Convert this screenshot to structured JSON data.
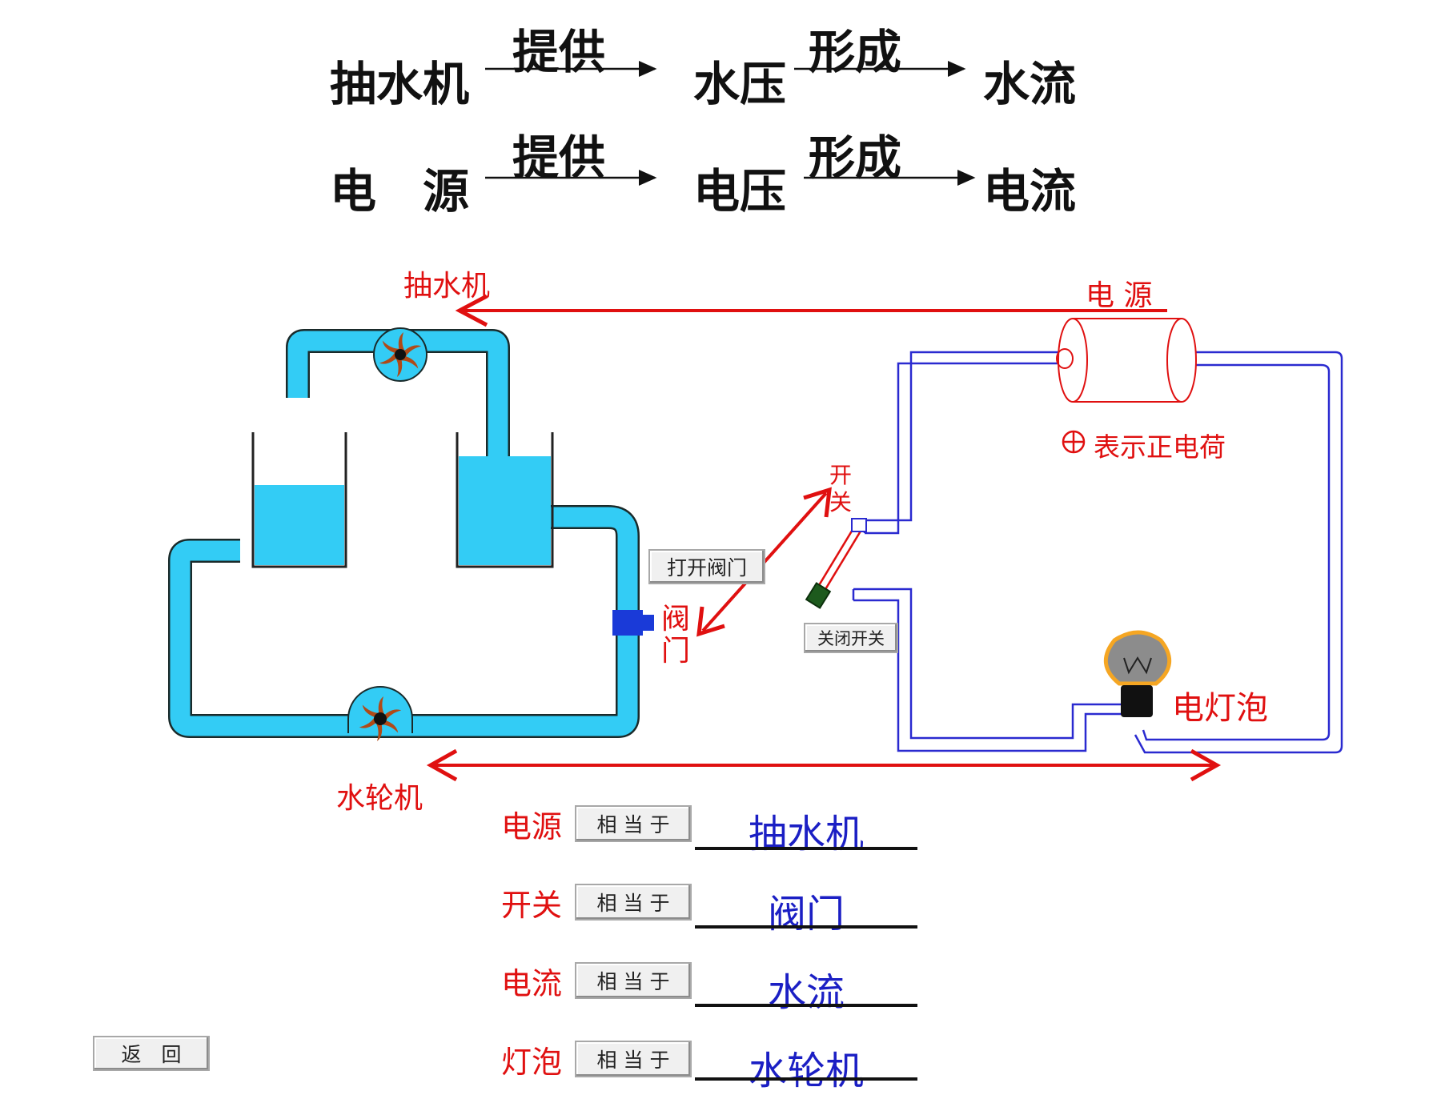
{
  "analogy": {
    "row1": {
      "source": "抽水机",
      "arrow1": "提供",
      "middle": "水压",
      "arrow2": "形成",
      "result": "水流"
    },
    "row2": {
      "source": "电　源",
      "arrow1": "提供",
      "middle": "电压",
      "arrow2": "形成",
      "result": "电流"
    }
  },
  "diagram": {
    "pump_label": "抽水机",
    "power_label": "电 源",
    "turbine_label": "水轮机",
    "valve_label_1": "阀",
    "valve_label_2": "门",
    "switch_label_1": "开",
    "switch_label_2": "关",
    "positive_charge_label": "表示正电荷",
    "bulb_label": "电灯泡",
    "open_valve_button": "打开阀门",
    "close_switch_button": "关闭开关"
  },
  "equivalences": [
    {
      "term": "电源",
      "button": "相 当 于",
      "answer": "抽水机"
    },
    {
      "term": "开关",
      "button": "相 当 于",
      "answer": "阀门"
    },
    {
      "term": "电流",
      "button": "相 当 于",
      "answer": "水流"
    },
    {
      "term": "灯泡",
      "button": "相 当 于",
      "answer": "水轮机"
    }
  ],
  "back_button": "返　回",
  "colors": {
    "water": "#33ccf5",
    "circuit": "#2a2ad0",
    "arrow": "#e01010",
    "answer": "#1b1fc4"
  }
}
